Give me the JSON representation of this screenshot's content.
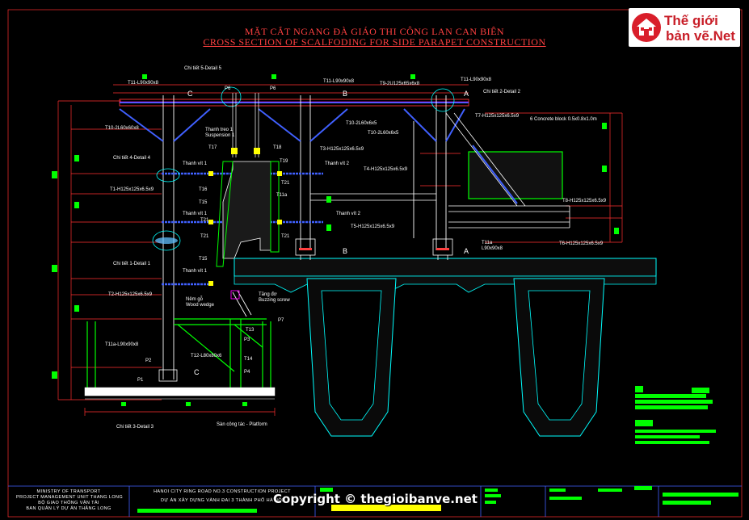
{
  "title": {
    "vi": "MẶT CẮT NGANG ĐÀ GIÁO THI CÔNG LAN CAN BIÊN",
    "en": "CROSS SECTION OF SCALFODING FOR SIDE PARAPET CONSTRUCTION"
  },
  "logo": {
    "line1": "Thế giới",
    "line2": "bản vẽ.Net"
  },
  "watermark": "Copyright © thegioibanve.net",
  "labels": {
    "detail5": "Chi tiết 5-Detail 5",
    "t11_top_left": "T11-L90x90x8",
    "t11_top_mid": "T11-L90x90x8",
    "t11_top_right": "T11-L90x90x8",
    "t9": "T9-2U125x65x6x8",
    "detail2": "Chi tiết 2-Detail 2",
    "p6a": "P6",
    "p6b": "P6",
    "t10_left": "T10-2L60x60x8",
    "t10_mid1": "T10-2L60x6x5",
    "t10_mid2": "T10-2L60x6x5",
    "t7": "T7-H125x125x6.5x9",
    "block": "6 Concrete block 0.5x0.8x1.0m",
    "suspension": "Thanh treo 1\nSuspension 1",
    "t17": "T17",
    "t18": "T18",
    "t3": "T3-H125x125x6.5x9",
    "detail4": "Chi tiết 4-Detail 4",
    "thanhvit1a": "Thanh vít 1",
    "t19": "T19",
    "thanhvit2a": "Thanh vít 2",
    "t4": "T4-H125x125x6.5x9",
    "t1": "T1-H125x125x6.5x9",
    "t16": "T16",
    "t21a": "T21",
    "t11a": "T11a",
    "t8": "T8-H125x125x6.5x9",
    "t15a": "T15",
    "thanhvit1b": "Thanh vít 1",
    "thanhvit2b": "Thanh vít 2",
    "t21b": "T21",
    "t5": "T5-H125x125x6.5x9",
    "t21c": "T21",
    "t21d": "T21",
    "t11b": "T11a\nL90x90x8",
    "t6": "T6-H125x125x6.5x9",
    "detail1": "Chi tiết 1-Detail 1",
    "t15b": "T15",
    "thanhvit1c": "Thanh vít 1",
    "t2": "T2-H125x125x6.5x9",
    "wedge": "Nêm gỗ\nWood wedge",
    "screw": "Tăng đơ\nBuzzing screw",
    "t11c": "T11a-L90x90x8",
    "p7": "P7",
    "t13": "T13",
    "p3": "P3",
    "t12": "T12-L80x80x6",
    "t14": "T14",
    "p2": "P2",
    "p4": "P4",
    "p1": "P1",
    "detail3": "Chi tiết 3-Detail 3",
    "platform": "Sàn công tác - Platform",
    "secC1": "C",
    "secC2": "C",
    "secB1": "B",
    "secB2": "B",
    "secA1": "A",
    "secA2": "A"
  },
  "title_block": {
    "org1": "MINISTRY OF TRANSPORT",
    "org2": "PROJECT MANAGEMENT UNIT THANG LONG",
    "org3": "BỘ GIAO THÔNG VẬN TẢI",
    "org4": "BAN QUẢN LÝ DỰ ÁN THĂNG LONG",
    "project_en": "HANOI CITY RING ROAD NO.3 CONSTRUCTION PROJECT",
    "project_vi": "DỰ ÁN XÂY DỰNG VÀNH ĐAI 3 THÀNH PHỐ HÀ NỘI"
  },
  "colors": {
    "background": "#000000",
    "title": "#ff4040",
    "steel_dim": "#ff3030",
    "structure": "#ffffff",
    "cyan": "#00ffff",
    "green": "#00ff00",
    "yellow": "#ffff00",
    "blue": "#4060ff",
    "magenta": "#ff00ff"
  }
}
